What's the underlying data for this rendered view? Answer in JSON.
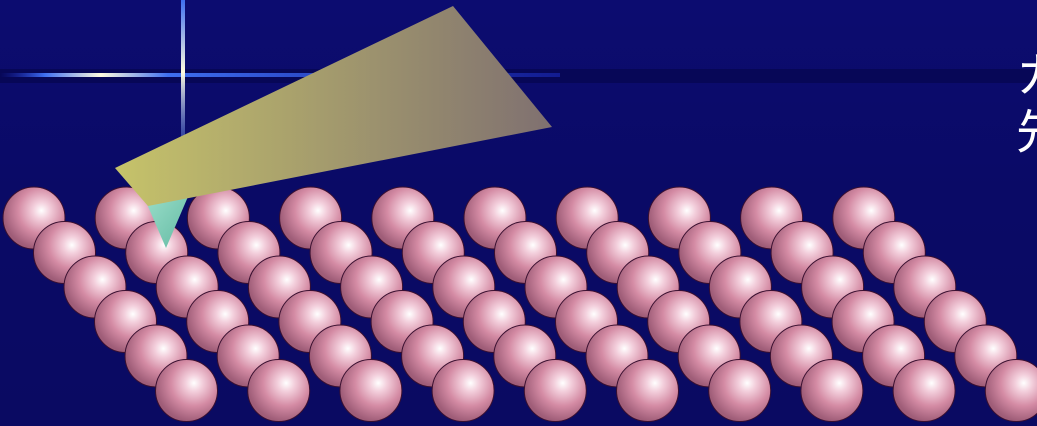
{
  "slide": {
    "title_lines": [
      "カ",
      "先"
    ]
  },
  "colors": {
    "background": "#0a0a66",
    "atom": "#d48ba4",
    "cantilever_left": "#c6c36a",
    "cantilever_right": "#7f7070",
    "tip": "#8fd6c2",
    "crosshair": "#e8e8c0"
  },
  "illustration": {
    "atoms_per_row": 10,
    "atom_rows": 6,
    "icons": [
      "afm-cantilever",
      "afm-tip",
      "atom-lattice",
      "crosshair-decoration"
    ]
  }
}
